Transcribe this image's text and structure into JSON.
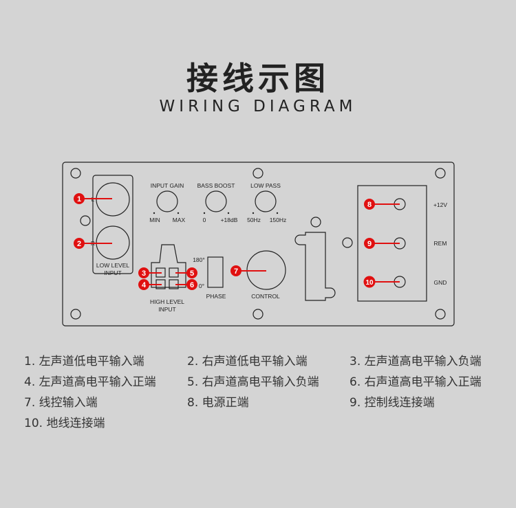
{
  "title_cn": "接线示图",
  "title_en": "WIRING DIAGRAM",
  "panel": {
    "low_level": {
      "left": "L",
      "right": "R",
      "label1": "LOW LEVEL",
      "label2": "INPUT"
    },
    "input_gain": {
      "label": "INPUT GAIN",
      "min": "MIN",
      "max": "MAX"
    },
    "bass_boost": {
      "label": "BASS BOOST",
      "min": "0",
      "max": "+18dB"
    },
    "low_pass": {
      "label": "LOW PASS",
      "min": "50Hz",
      "max": "150Hz"
    },
    "high_level": {
      "label1": "HIGH LEVEL",
      "label2": "INPUT"
    },
    "phase": {
      "label": "PHASE",
      "top": "180°",
      "bottom": "0°"
    },
    "control": {
      "label": "CONTROL"
    },
    "power": {
      "p12v": "+12V",
      "rem": "REM",
      "gnd": "GND"
    },
    "badges": [
      "1",
      "2",
      "3",
      "4",
      "5",
      "6",
      "7",
      "8",
      "9",
      "10"
    ]
  },
  "legend": [
    "1. 左声道低电平输入端",
    "2. 右声道低电平输入端",
    "3. 左声道高电平输入负端",
    "4. 左声道高电平输入正端",
    "5. 右声道高电平输入负端",
    "6. 右声道高电平输入正端",
    "7. 线控输入端",
    "8. 电源正端",
    "9. 控制线连接端",
    "10. 地线连接端"
  ],
  "colors": {
    "accent": "#e01010",
    "background": "#d4d4d4"
  }
}
